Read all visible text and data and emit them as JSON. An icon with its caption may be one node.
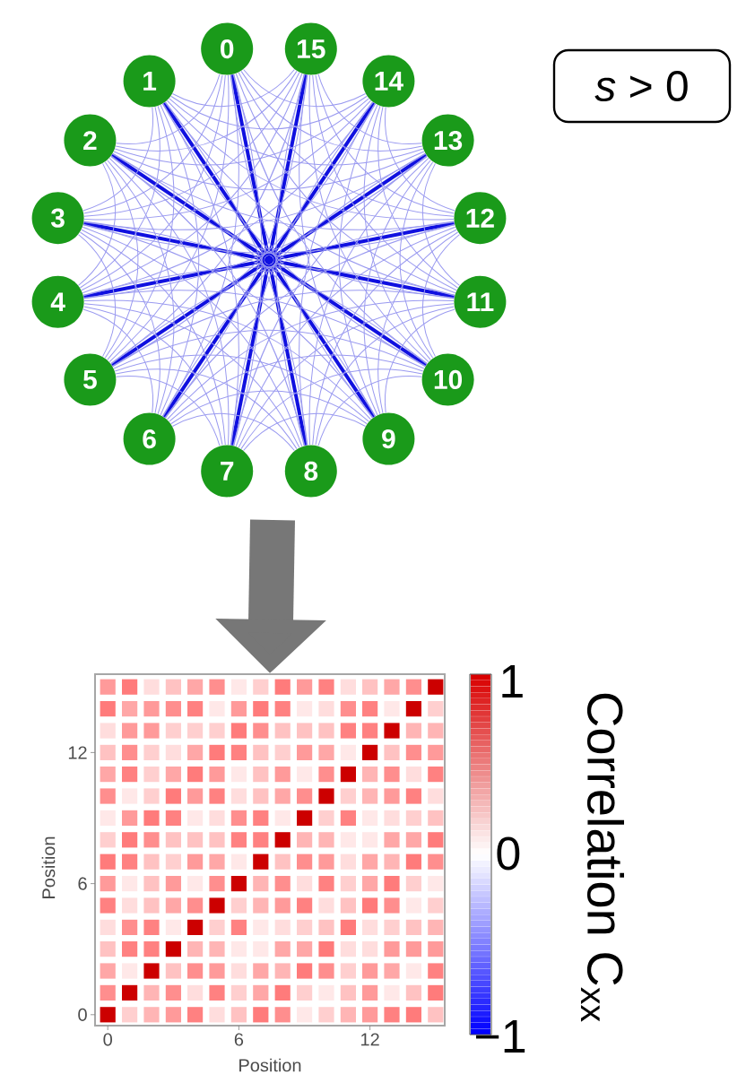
{
  "diagram": {
    "nodes": [
      {
        "text": [
          "0"
        ]
      },
      {
        "text": [
          "1"
        ]
      },
      {
        "text": [
          "2"
        ]
      },
      {
        "text": [
          "3"
        ]
      },
      {
        "text": [
          "4"
        ]
      },
      {
        "text": [
          "5"
        ]
      },
      {
        "text": [
          "6"
        ]
      },
      {
        "text": [
          "7"
        ]
      },
      {
        "text": [
          "8"
        ]
      },
      {
        "text": [
          "9"
        ]
      },
      {
        "text": [
          "10"
        ]
      },
      {
        "text": [
          "11"
        ]
      },
      {
        "text": [
          "12"
        ]
      },
      {
        "text": [
          "13"
        ]
      },
      {
        "text": [
          "14"
        ]
      },
      {
        "text": [
          "15"
        ]
      },
      {
        "text": [],
        "shape": "circle"
      },
      {
        "text": [
          "*s* > 0"
        ]
      },
      {
        "text": [],
        "shape": "picture"
      }
    ],
    "edges": [
      {
        "from": 0,
        "to": 16,
        "arrow": "none",
        "style": "thick",
        "color": "#1010e0"
      },
      {
        "from": 1,
        "to": 16,
        "arrow": "none",
        "style": "thick",
        "color": "#1010e0"
      },
      {
        "from": 2,
        "to": 16,
        "arrow": "none",
        "style": "thick",
        "color": "#1010e0"
      },
      {
        "from": 3,
        "to": 16,
        "arrow": "none",
        "style": "thick",
        "color": "#1010e0"
      },
      {
        "from": 4,
        "to": 16,
        "arrow": "none",
        "style": "thick",
        "color": "#1010e0"
      },
      {
        "from": 5,
        "to": 16,
        "arrow": "none",
        "style": "thick",
        "color": "#1010e0"
      },
      {
        "from": 6,
        "to": 16,
        "arrow": "none",
        "style": "thick",
        "color": "#1010e0"
      },
      {
        "from": 7,
        "to": 16,
        "arrow": "none",
        "style": "thick",
        "color": "#1010e0"
      },
      {
        "from": 8,
        "to": 16,
        "arrow": "none",
        "style": "thick",
        "color": "#1010e0"
      },
      {
        "from": 9,
        "to": 16,
        "arrow": "none",
        "style": "thick",
        "color": "#1010e0"
      },
      {
        "from": 10,
        "to": 16,
        "arrow": "none",
        "style": "thick",
        "color": "#1010e0"
      },
      {
        "from": 11,
        "to": 16,
        "arrow": "none",
        "style": "thick",
        "color": "#1010e0"
      },
      {
        "from": 12,
        "to": 16,
        "arrow": "none",
        "style": "thick",
        "color": "#1010e0"
      },
      {
        "from": 13,
        "to": 16,
        "arrow": "none",
        "style": "thick",
        "color": "#1010e0"
      },
      {
        "from": 14,
        "to": 16,
        "arrow": "none",
        "style": "thick",
        "color": "#1010e0"
      },
      {
        "from": 15,
        "to": 16,
        "arrow": "none",
        "style": "thick",
        "color": "#1010e0"
      },
      {
        "from": 0,
        "to": 2,
        "arrow": "none"
      },
      {
        "from": 0,
        "to": 3,
        "arrow": "none"
      },
      {
        "from": 0,
        "to": 4,
        "arrow": "none"
      },
      {
        "from": 0,
        "to": 5,
        "arrow": "none"
      },
      {
        "from": 0,
        "to": 6,
        "arrow": "none"
      },
      {
        "from": 0,
        "to": 7,
        "arrow": "none"
      },
      {
        "from": 1,
        "to": 3,
        "arrow": "none"
      },
      {
        "from": 1,
        "to": 4,
        "arrow": "none"
      },
      {
        "from": 1,
        "to": 5,
        "arrow": "none"
      },
      {
        "from": 1,
        "to": 6,
        "arrow": "none"
      },
      {
        "from": 1,
        "to": 7,
        "arrow": "none"
      },
      {
        "from": 1,
        "to": 8,
        "arrow": "none"
      },
      {
        "from": 2,
        "to": 4,
        "arrow": "none"
      },
      {
        "from": 2,
        "to": 5,
        "arrow": "none"
      },
      {
        "from": 2,
        "to": 6,
        "arrow": "none"
      },
      {
        "from": 2,
        "to": 7,
        "arrow": "none"
      },
      {
        "from": 2,
        "to": 8,
        "arrow": "none"
      },
      {
        "from": 2,
        "to": 9,
        "arrow": "none"
      },
      {
        "from": 3,
        "to": 5,
        "arrow": "none"
      },
      {
        "from": 3,
        "to": 6,
        "arrow": "none"
      },
      {
        "from": 3,
        "to": 7,
        "arrow": "none"
      },
      {
        "from": 3,
        "to": 8,
        "arrow": "none"
      },
      {
        "from": 3,
        "to": 9,
        "arrow": "none"
      },
      {
        "from": 3,
        "to": 10,
        "arrow": "none"
      },
      {
        "from": 4,
        "to": 6,
        "arrow": "none"
      },
      {
        "from": 4,
        "to": 7,
        "arrow": "none"
      },
      {
        "from": 4,
        "to": 8,
        "arrow": "none"
      },
      {
        "from": 4,
        "to": 9,
        "arrow": "none"
      },
      {
        "from": 4,
        "to": 10,
        "arrow": "none"
      },
      {
        "from": 4,
        "to": 11,
        "arrow": "none"
      },
      {
        "from": 5,
        "to": 7,
        "arrow": "none"
      },
      {
        "from": 5,
        "to": 8,
        "arrow": "none"
      },
      {
        "from": 5,
        "to": 9,
        "arrow": "none"
      },
      {
        "from": 5,
        "to": 10,
        "arrow": "none"
      },
      {
        "from": 5,
        "to": 11,
        "arrow": "none"
      },
      {
        "from": 5,
        "to": 12,
        "arrow": "none"
      },
      {
        "from": 6,
        "to": 8,
        "arrow": "none"
      },
      {
        "from": 6,
        "to": 9,
        "arrow": "none"
      },
      {
        "from": 6,
        "to": 10,
        "arrow": "none"
      },
      {
        "from": 6,
        "to": 11,
        "arrow": "none"
      },
      {
        "from": 6,
        "to": 12,
        "arrow": "none"
      },
      {
        "from": 6,
        "to": 13,
        "arrow": "none"
      },
      {
        "from": 7,
        "to": 9,
        "arrow": "none"
      },
      {
        "from": 7,
        "to": 10,
        "arrow": "none"
      },
      {
        "from": 7,
        "to": 11,
        "arrow": "none"
      },
      {
        "from": 7,
        "to": 12,
        "arrow": "none"
      },
      {
        "from": 7,
        "to": 13,
        "arrow": "none"
      },
      {
        "from": 7,
        "to": 14,
        "arrow": "none"
      },
      {
        "from": 8,
        "to": 10,
        "arrow": "none"
      },
      {
        "from": 8,
        "to": 11,
        "arrow": "none"
      },
      {
        "from": 8,
        "to": 12,
        "arrow": "none"
      },
      {
        "from": 8,
        "to": 13,
        "arrow": "none"
      },
      {
        "from": 8,
        "to": 14,
        "arrow": "none"
      },
      {
        "from": 8,
        "to": 15,
        "arrow": "none"
      },
      {
        "from": 9,
        "to": 11,
        "arrow": "none"
      },
      {
        "from": 9,
        "to": 12,
        "arrow": "none"
      },
      {
        "from": 9,
        "to": 13,
        "arrow": "none"
      },
      {
        "from": 9,
        "to": 14,
        "arrow": "none"
      },
      {
        "from": 9,
        "to": 15,
        "arrow": "none"
      },
      {
        "from": 9,
        "to": 0,
        "arrow": "none"
      },
      {
        "from": 10,
        "to": 12,
        "arrow": "none"
      },
      {
        "from": 10,
        "to": 13,
        "arrow": "none"
      },
      {
        "from": 10,
        "to": 14,
        "arrow": "none"
      },
      {
        "from": 10,
        "to": 15,
        "arrow": "none"
      },
      {
        "from": 10,
        "to": 0,
        "arrow": "none"
      },
      {
        "from": 10,
        "to": 1,
        "arrow": "none"
      },
      {
        "from": 11,
        "to": 13,
        "arrow": "none"
      },
      {
        "from": 11,
        "to": 14,
        "arrow": "none"
      },
      {
        "from": 11,
        "to": 15,
        "arrow": "none"
      },
      {
        "from": 11,
        "to": 0,
        "arrow": "none"
      },
      {
        "from": 11,
        "to": 1,
        "arrow": "none"
      },
      {
        "from": 11,
        "to": 2,
        "arrow": "none"
      },
      {
        "from": 12,
        "to": 14,
        "arrow": "none"
      },
      {
        "from": 12,
        "to": 15,
        "arrow": "none"
      },
      {
        "from": 12,
        "to": 0,
        "arrow": "none"
      },
      {
        "from": 12,
        "to": 1,
        "arrow": "none"
      },
      {
        "from": 12,
        "to": 2,
        "arrow": "none"
      },
      {
        "from": 12,
        "to": 3,
        "arrow": "none"
      },
      {
        "from": 13,
        "to": 15,
        "arrow": "none"
      },
      {
        "from": 13,
        "to": 0,
        "arrow": "none"
      },
      {
        "from": 13,
        "to": 1,
        "arrow": "none"
      },
      {
        "from": 13,
        "to": 2,
        "arrow": "none"
      },
      {
        "from": 13,
        "to": 3,
        "arrow": "none"
      },
      {
        "from": 13,
        "to": 4,
        "arrow": "none"
      },
      {
        "from": 14,
        "to": 0,
        "arrow": "none"
      },
      {
        "from": 14,
        "to": 1,
        "arrow": "none"
      },
      {
        "from": 14,
        "to": 2,
        "arrow": "none"
      },
      {
        "from": 14,
        "to": 3,
        "arrow": "none"
      },
      {
        "from": 14,
        "to": 4,
        "arrow": "none"
      },
      {
        "from": 14,
        "to": 5,
        "arrow": "none"
      },
      {
        "from": 15,
        "to": 1,
        "arrow": "none"
      },
      {
        "from": 15,
        "to": 2,
        "arrow": "none"
      },
      {
        "from": 15,
        "to": 3,
        "arrow": "none"
      },
      {
        "from": 15,
        "to": 4,
        "arrow": "none"
      },
      {
        "from": 15,
        "to": 5,
        "arrow": "none"
      },
      {
        "from": 15,
        "to": 6,
        "arrow": "none"
      },
      {
        "from": null,
        "to": 18,
        "arrow": "to",
        "style": "thick",
        "color": "#777777"
      }
    ],
    "labels": [
      "12",
      "6",
      "0",
      "Position",
      "0",
      "6",
      "12",
      "Position",
      "1",
      "0",
      "−1",
      "Correlation C$_{xx}$"
    ]
  }
}
